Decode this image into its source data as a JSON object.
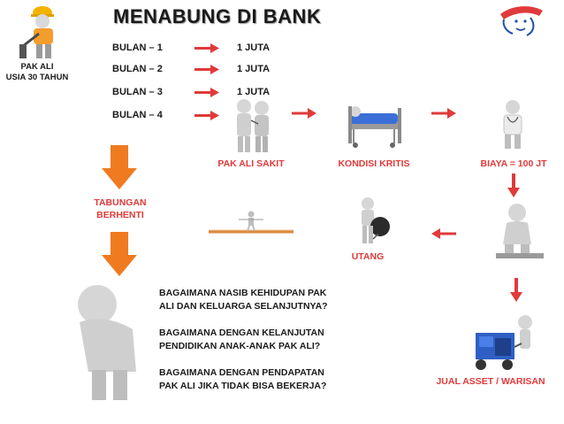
{
  "title": "MENABUNG DI BANK",
  "person": {
    "name": "PAK ALI",
    "age": "USIA 30 TAHUN"
  },
  "savings": [
    {
      "month": "BULAN – 1",
      "amount": "1 JUTA"
    },
    {
      "month": "BULAN – 2",
      "amount": "1 JUTA"
    },
    {
      "month": "BULAN – 3",
      "amount": "1 JUTA"
    },
    {
      "month": "BULAN – 4",
      "amount": ""
    }
  ],
  "steps": {
    "sick": "PAK  ALI  SAKIT",
    "critical": "KONDISI  KRITIS",
    "cost": "BIAYA = 100 JT",
    "debt": "UTANG",
    "sell": "JUAL  ASSET / WARISAN",
    "savings_stop_line1": "TABUNGAN",
    "savings_stop_line2": "BERHENTI"
  },
  "questions": [
    [
      "BAGAIMANA NASIB KEHIDUPAN PAK",
      "ALI DAN KELUARGA SELANJUTNYA?"
    ],
    [
      "BAGAIMANA DENGAN KELANJUTAN",
      "PENDIDIKAN ANAK-ANAK PAK ALI?"
    ],
    [
      "BAGAIMANA DENGAN PENDAPATAN",
      "PAK ALI JIKA TIDAK BISA BEKERJA?"
    ]
  ],
  "colors": {
    "accent_red": "#e03a3a",
    "orange": "#f07a20"
  },
  "icons": [
    "worker-icon",
    "logo-icon",
    "doctor-patient-icon",
    "hospital-bed-icon",
    "doctor-icon",
    "thinking-person-icon",
    "debt-ball-chain-icon",
    "balance-walker-icon",
    "cart-assets-icon",
    "sad-person-icon"
  ]
}
